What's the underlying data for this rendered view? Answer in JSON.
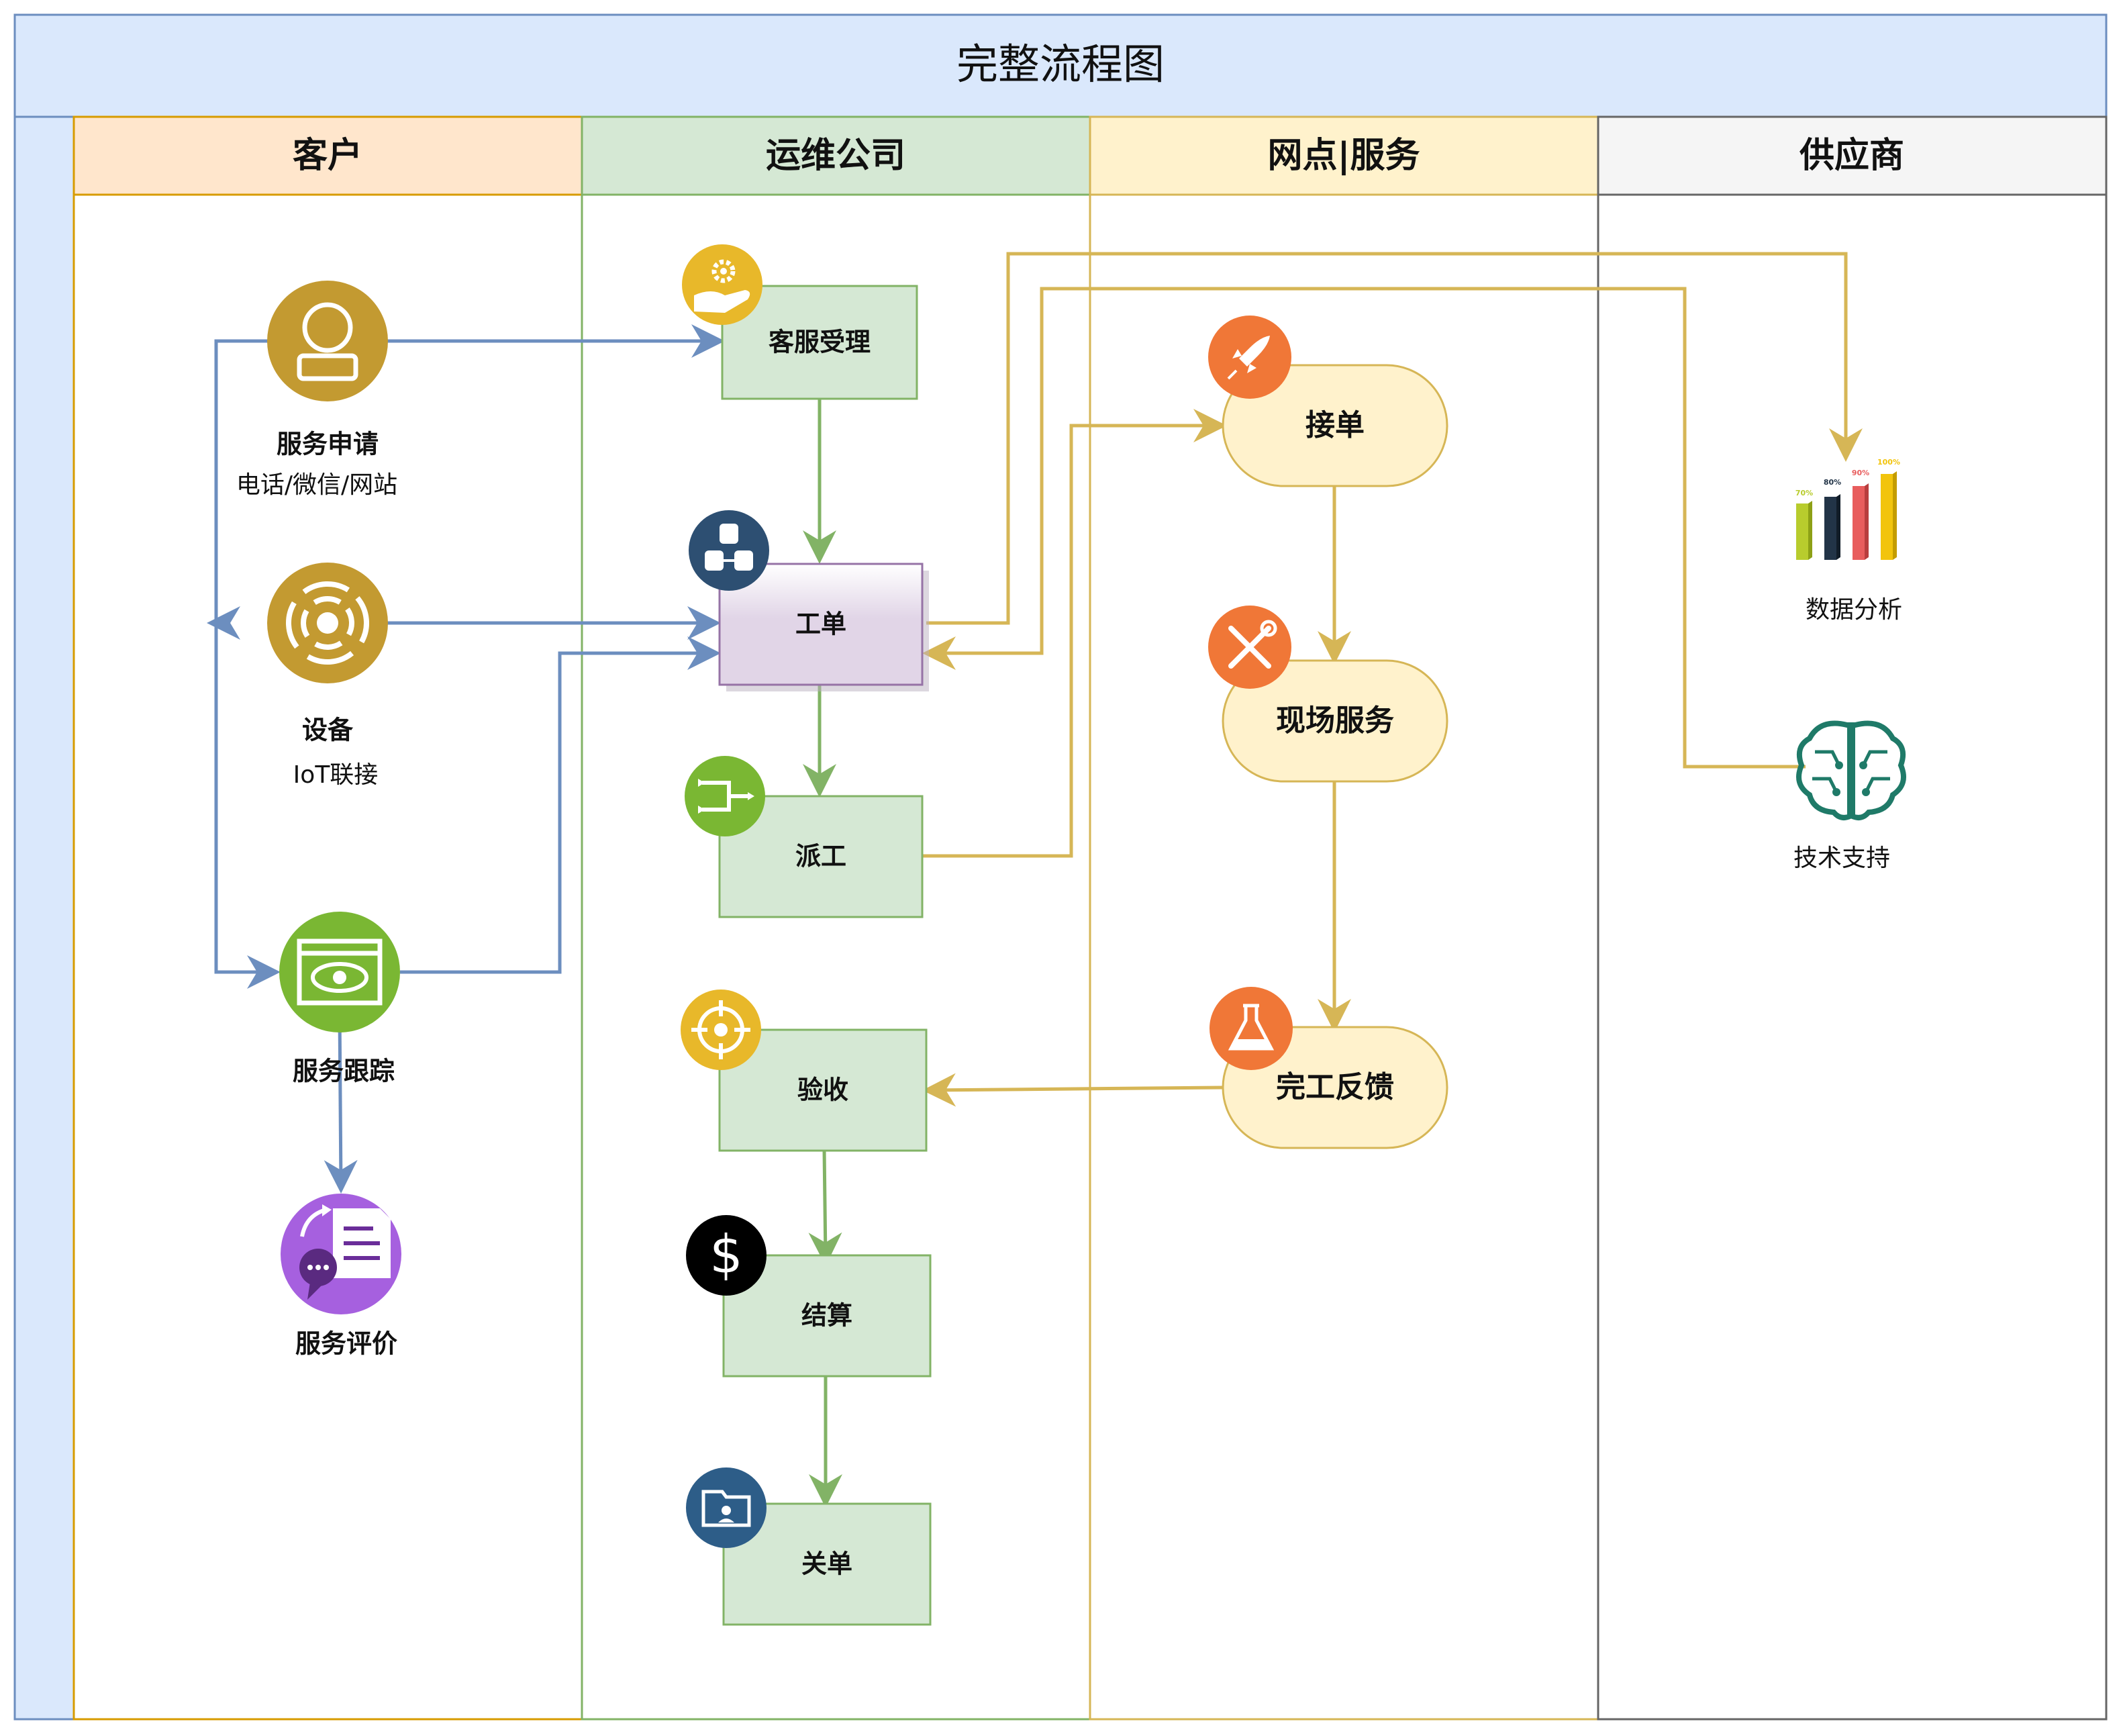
{
  "title": "完整流程图",
  "lanes": [
    {
      "id": "customer",
      "label": "客户"
    },
    {
      "id": "ops",
      "label": "运维公司"
    },
    {
      "id": "network",
      "label": "网点|服务"
    },
    {
      "id": "supplier",
      "label": "供应商"
    }
  ],
  "customer": {
    "service_request": {
      "label": "服务申请",
      "sub": "电话/微信/网站"
    },
    "device": {
      "label": "设备",
      "sub": "IoT联接"
    },
    "tracking": {
      "label": "服务跟踪"
    },
    "evaluation": {
      "label": "服务评价"
    }
  },
  "ops": {
    "reception": "客服受理",
    "workorder": "工单",
    "dispatch": "派工",
    "acceptance": "验收",
    "settlement": "结算",
    "close": "关单"
  },
  "network": {
    "accept": "接单",
    "onsite": "现场服务",
    "feedback": "完工反馈"
  },
  "supplier": {
    "analytics": {
      "label": "数据分析",
      "bars": [
        "70%",
        "80%",
        "90%",
        "100%"
      ]
    },
    "support": {
      "label": "技术支持"
    }
  },
  "colors": {
    "title_bg": "#dae8fc",
    "customer_header": "#ffe6cc",
    "ops_header": "#d5e8d4",
    "network_header": "#fff2cc",
    "supplier_header": "#f5f5f5",
    "blue_edge": "#6c8ebf",
    "green_edge": "#82b366",
    "gold_edge": "#d6b656"
  }
}
